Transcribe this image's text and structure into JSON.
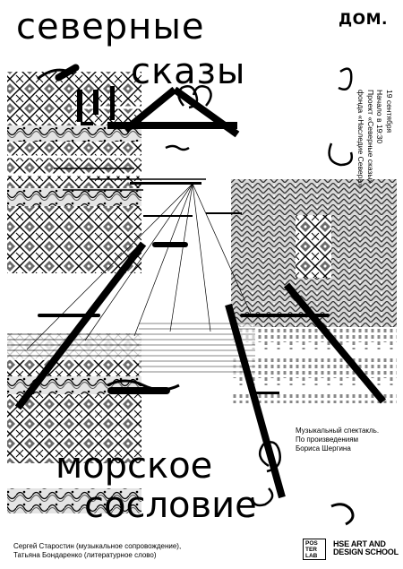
{
  "title_top": {
    "line1": "северные",
    "line2": "сказы"
  },
  "title_bottom": {
    "line1": "морское",
    "line2": "сословие"
  },
  "logo": {
    "text": "ДОМ."
  },
  "event_info": {
    "date": "19 сентября",
    "time": "Начало в 19:30",
    "project": "Проект «Северные сказы»",
    "fund": "фонда «Наследие Севера»"
  },
  "caption": {
    "line1": "Музыкальный спектакль.",
    "line2": "По произведениям",
    "line3": "Бориса Шергина"
  },
  "credits": {
    "line1": "Сергей Старостин (музыкальное сопровождение),",
    "line2": "Татьяна Бондаренко (литературное слово)"
  },
  "sponsors": {
    "poster_lab": [
      "POS",
      "TER",
      "LAB"
    ],
    "hse_line1": "HSE ART AND",
    "hse_line2": "DESIGN SCHOOL"
  }
}
